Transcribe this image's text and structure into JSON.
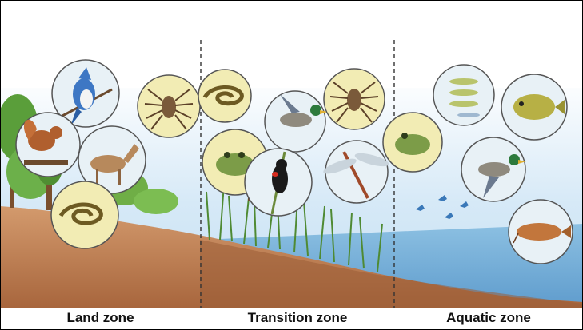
{
  "zones": [
    {
      "id": "land",
      "label": "Land zone"
    },
    {
      "id": "transition",
      "label": "Transition zone"
    },
    {
      "id": "aquatic",
      "label": "Aquatic zone"
    }
  ],
  "animals": {
    "land": [
      "blue jay",
      "squirrel",
      "deer",
      "garter snake",
      "wolf spider"
    ],
    "transition": [
      "garter snake",
      "mallard duck",
      "wolf spider",
      "frog",
      "red-winged blackbird",
      "dragonfly"
    ],
    "aquatic": [
      "frog",
      "minnows",
      "sunfish",
      "mallard duck",
      "catfish"
    ]
  },
  "colors": {
    "sky_top": "#ffffff",
    "sky_bottom": "#d6e9f7",
    "soil": "#c4865c",
    "soil_dark": "#8a5234",
    "water": "#7fb6dc",
    "grass": "#5e9e3a",
    "circle_fill": "#e8f1f6",
    "circle_yellow": "#f2ecb4"
  }
}
